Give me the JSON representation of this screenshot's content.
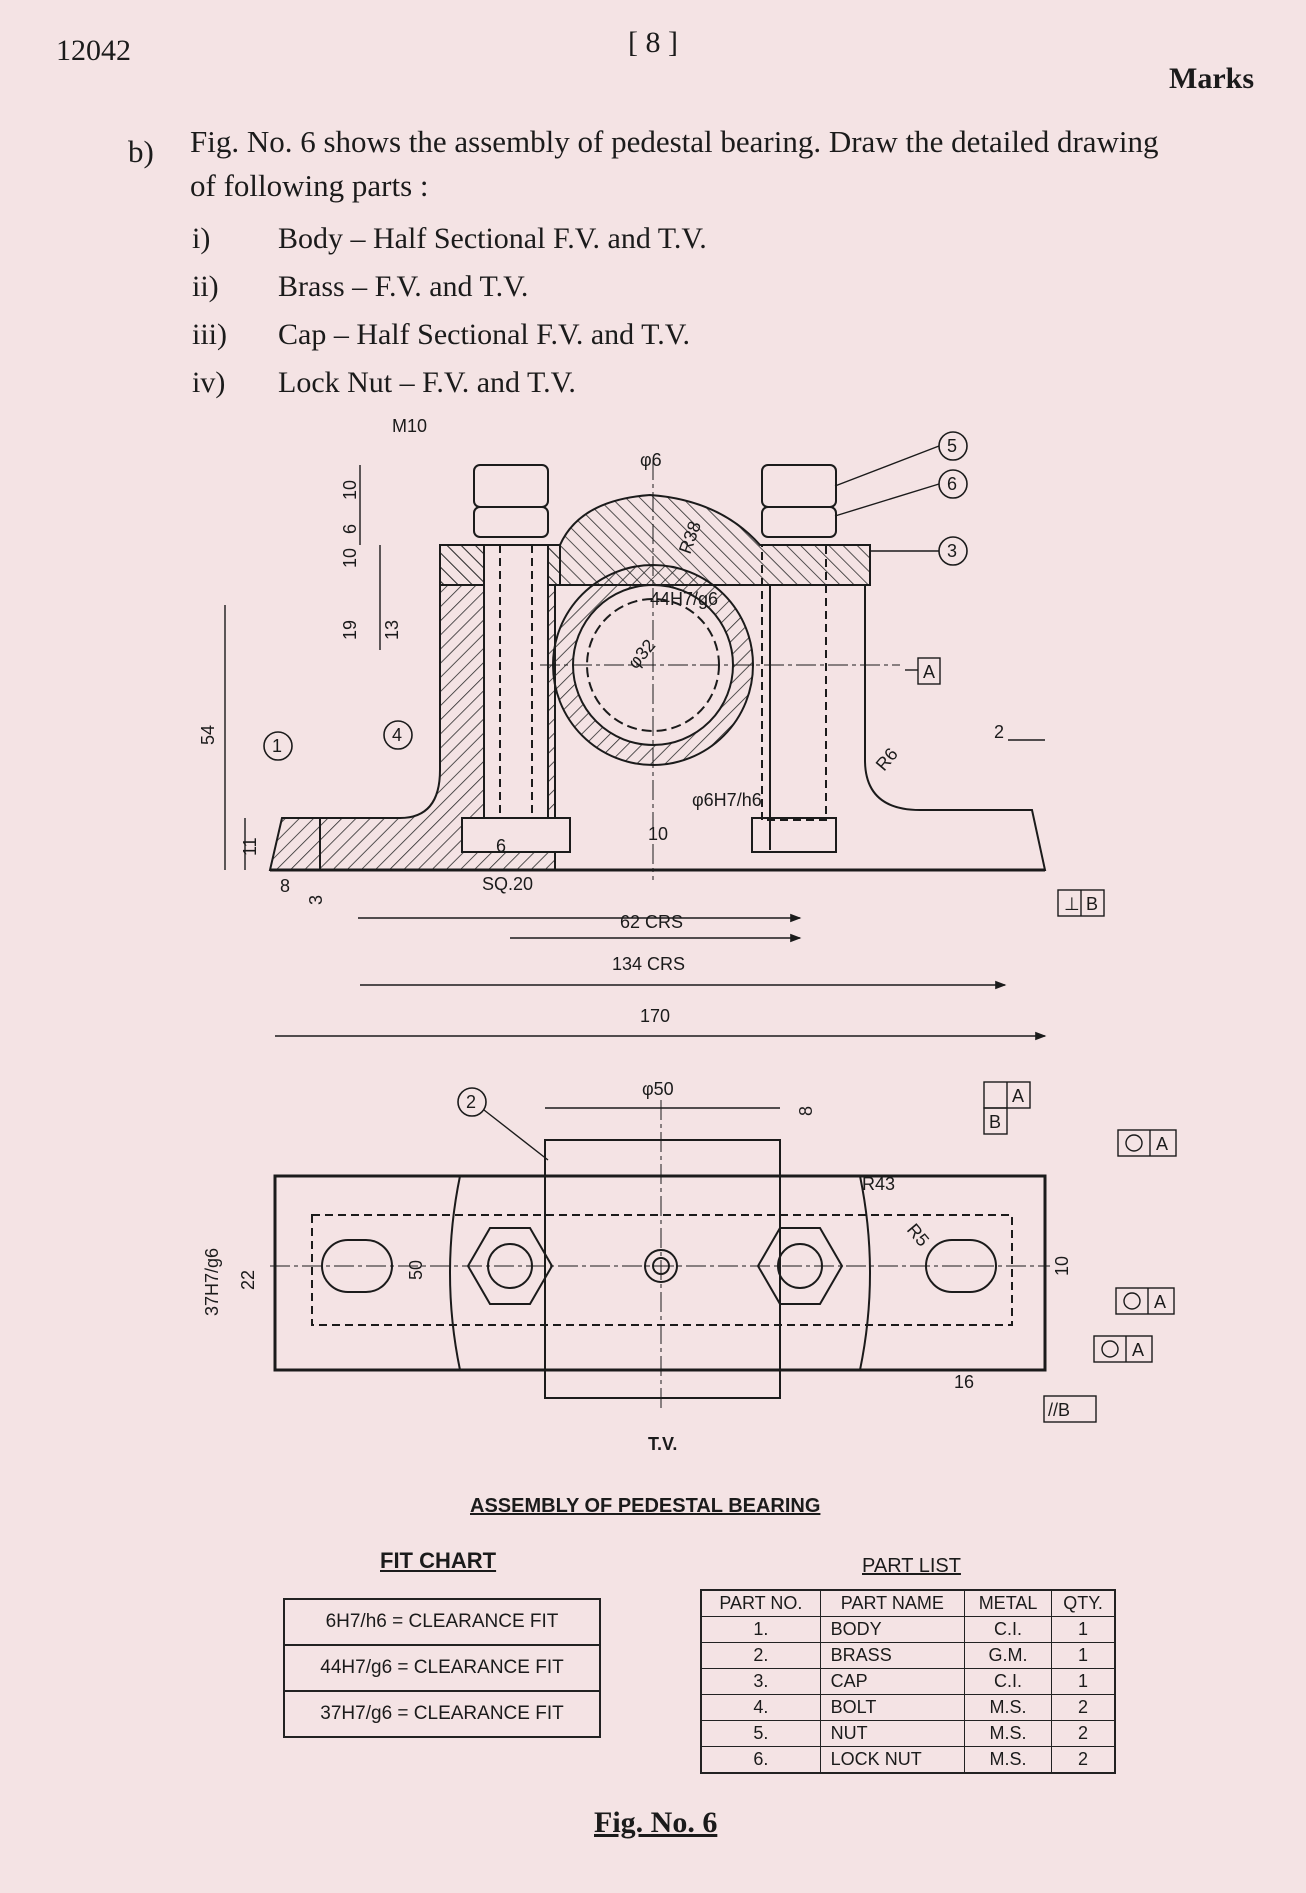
{
  "header": {
    "code": "12042",
    "page": "[ 8 ]",
    "marks": "Marks"
  },
  "question": {
    "label": "b)",
    "text": "Fig. No. 6 shows the assembly of pedestal bearing. Draw the detailed drawing of following parts :",
    "items": [
      {
        "num": "i)",
        "text": "Body – Half Sectional F.V. and T.V."
      },
      {
        "num": "ii)",
        "text": "Brass – F.V. and T.V."
      },
      {
        "num": "iii)",
        "text": "Cap – Half Sectional F.V. and T.V."
      },
      {
        "num": "iv)",
        "text": "Lock Nut – F.V. and T.V."
      }
    ]
  },
  "front_view": {
    "dims": [
      "M10",
      "φ6",
      "R38",
      "44H7/g6",
      "φ32",
      "A",
      "2",
      "R6",
      "φ6H7/h6",
      "10",
      "54",
      "11",
      "8",
      "3",
      "6",
      "SQ.20",
      "62 CRS",
      "134 CRS",
      "170",
      "10",
      "6",
      "10",
      "19",
      "13",
      "B"
    ],
    "balloons": [
      "1",
      "4",
      "5",
      "6",
      "3"
    ]
  },
  "top_view": {
    "dims": [
      "φ50",
      "8",
      "R43",
      "R5",
      "10",
      "37H7/g6",
      "22",
      "50",
      "16",
      "A",
      "B",
      "A",
      "A",
      "A",
      "//B"
    ],
    "balloons": [
      "2"
    ],
    "label": "T.V."
  },
  "title": "ASSEMBLY OF PEDESTAL BEARING",
  "fit_chart": {
    "title": "FIT CHART",
    "rows": [
      "6H7/h6 = CLEARANCE FIT",
      "44H7/g6 = CLEARANCE FIT",
      "37H7/g6 = CLEARANCE FIT"
    ]
  },
  "part_list": {
    "title": "PART LIST",
    "headers": [
      "PART NO.",
      "PART NAME",
      "METAL",
      "QTY."
    ],
    "rows": [
      [
        "1.",
        "BODY",
        "C.I.",
        "1"
      ],
      [
        "2.",
        "BRASS",
        "G.M.",
        "1"
      ],
      [
        "3.",
        "CAP",
        "C.I.",
        "1"
      ],
      [
        "4.",
        "BOLT",
        "M.S.",
        "2"
      ],
      [
        "5.",
        "NUT",
        "M.S.",
        "2"
      ],
      [
        "6.",
        "LOCK NUT",
        "M.S.",
        "2"
      ]
    ]
  },
  "caption": "Fig. No. 6",
  "colors": {
    "paper": "#f4e3e4",
    "ink": "#1b1b1b"
  }
}
